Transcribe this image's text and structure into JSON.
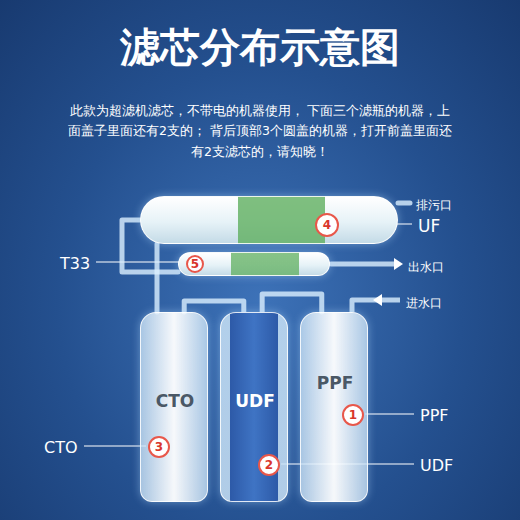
{
  "diagram": {
    "title": "滤芯分布示意图",
    "nodes": [
      {
        "text": [
          "4"
        ]
      },
      {
        "text": [
          "5"
        ]
      },
      {
        "text": [
          "CTO",
          "3"
        ]
      },
      {
        "text": [
          "UDF",
          "2"
        ]
      },
      {
        "text": [
          "PPF",
          "1"
        ]
      }
    ],
    "edges": [
      {
        "from": 4,
        "to": 3,
        "arrow": "none"
      },
      {
        "from": 3,
        "to": 2,
        "arrow": "none"
      },
      {
        "from": 2,
        "to": 0,
        "arrow": "none"
      },
      {
        "from": 0,
        "to": 1,
        "arrow": "none"
      }
    ],
    "labels": [
      "此款为超滤机滤芯，不带电的机器使用， 下面三个滤瓶的机器，上面盖子里面还有2支的； 背后顶部3个圆盖的机器，打开前盖里面还有2支滤芯的，请知晓！",
      "排污口",
      "UF",
      "T33",
      "出水口",
      "进水口",
      "PPF",
      "CTO",
      "UDF"
    ]
  }
}
